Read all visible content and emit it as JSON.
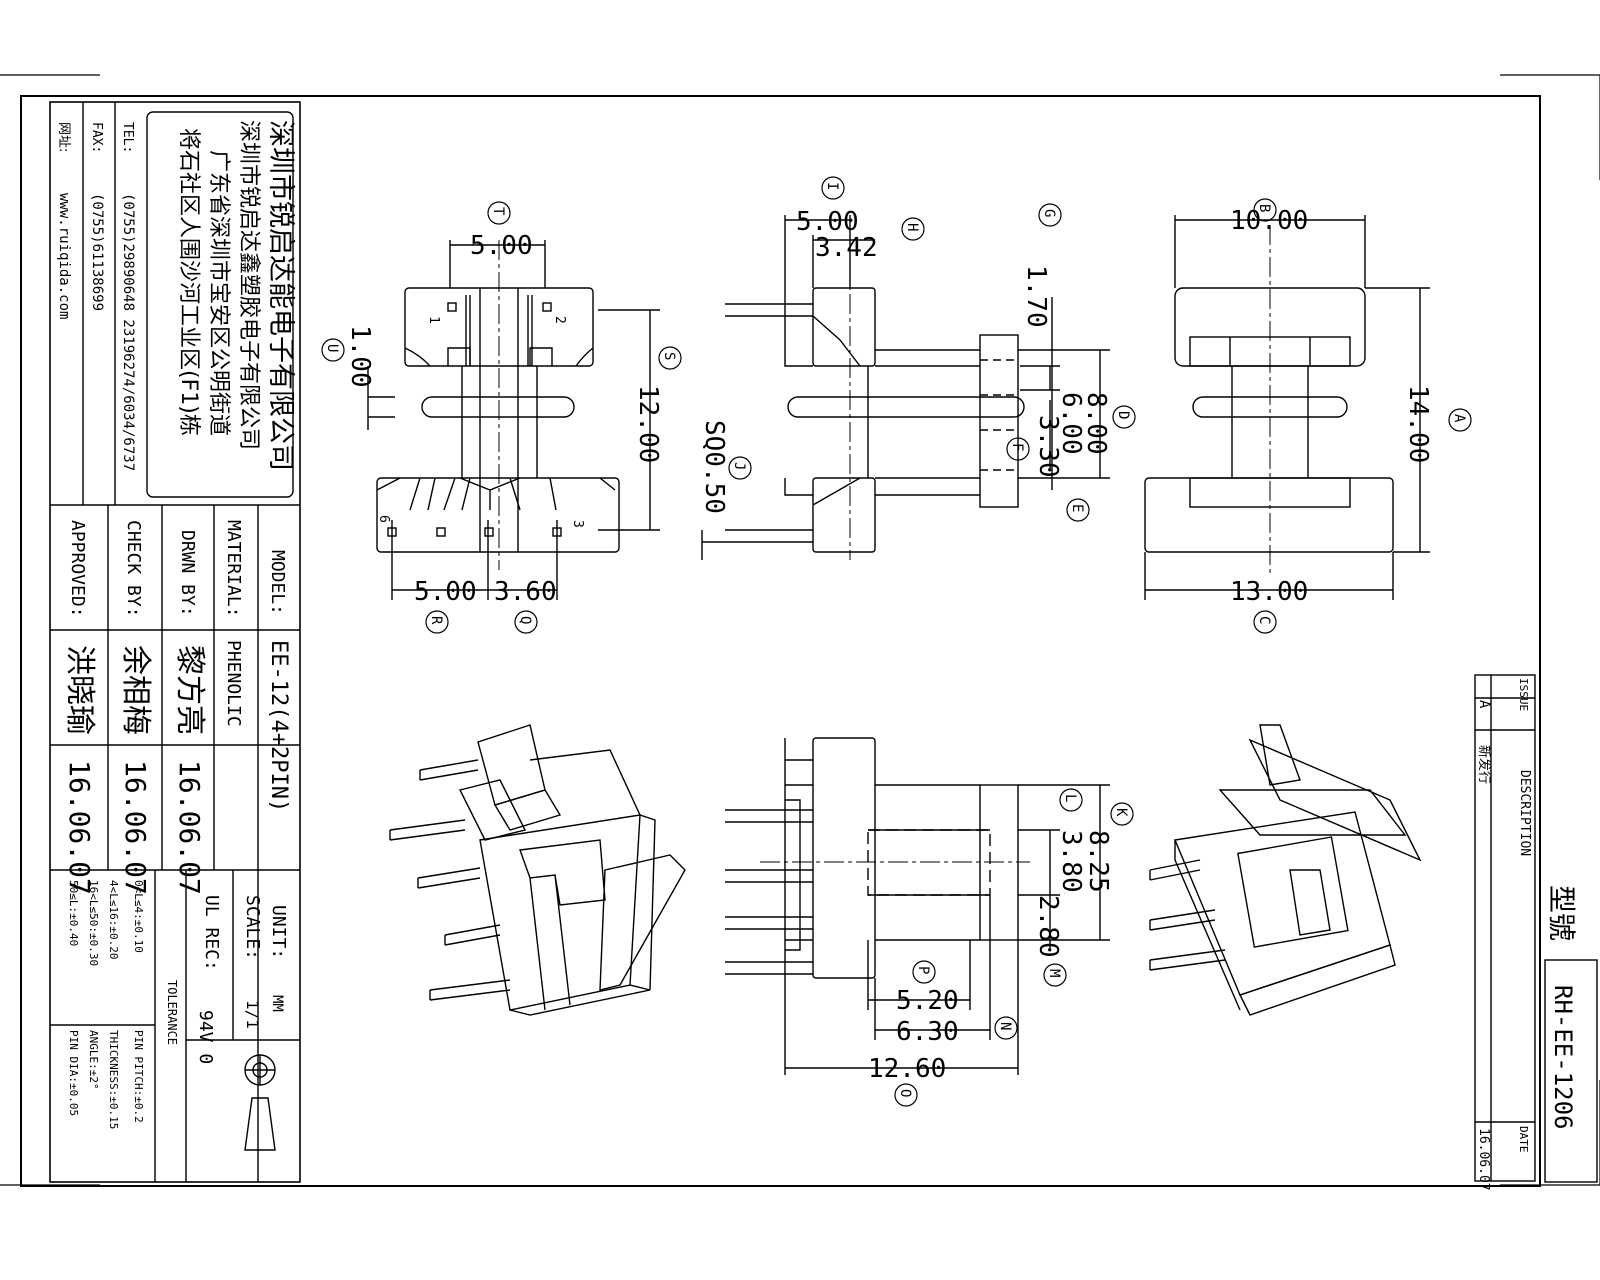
{
  "company": {
    "name": "深圳市锐启达能电子有限公司",
    "name2": "深圳市锐启达鑫塑胶电子有限公司",
    "address1": "广东省深圳市宝安区公明街道",
    "address2": "将石社区人围沙河工业区(F1)栋",
    "tel_label": "TEL:",
    "tel": "(0755)29890648 23196274/6034/6737",
    "fax_label": "FAX:",
    "fax": "(0755)61138699",
    "web_label": "网址:",
    "web": "www.ruiqida.com"
  },
  "titleblock": {
    "model_label": "MODEL:",
    "model": "EE-12(4+2PIN)",
    "material_label": "MATERIAL:",
    "material": "PHENOLIC",
    "drwn_label": "DRWN BY:",
    "drwn_name": "黎方亮",
    "drwn_date": "16.06.07",
    "check_label": "CHECK BY:",
    "check_name": "余相梅",
    "check_date": "16.06.07",
    "approved_label": "APPROVED:",
    "approved_name": "洪晓瑜",
    "approved_date": "16.06.07",
    "unit_label": "UNIT:",
    "unit": "MM",
    "scale_label": "SCALE:",
    "scale": "1/1",
    "ul_label": "UL REC:",
    "ul": "94V 0",
    "tolerance_label": "TOLERANCE",
    "tol": [
      "0<L≤4:±0.10",
      "4<L≤16:±0.20",
      "16<L≤50:±0.30",
      "50≤L:±0.40"
    ],
    "tol2": [
      "PIN PITCH:±0.2",
      "THICKNESS:±0.15",
      "ANGLE:±2°",
      "PIN DIA:±0.05"
    ]
  },
  "revision": {
    "issue_label": "ISSUE",
    "description_label": "DESCRIPTION",
    "date_label": "DATE",
    "issue": "A",
    "description": "新发行",
    "date": "16.06.07",
    "partno_label": "型號",
    "partno": "RH-EE-1206"
  },
  "front_view": {
    "dims": {
      "T": "5.00",
      "U": "1.00",
      "S": "12.00",
      "R": "5.00",
      "Q": "3.60"
    },
    "pins": [
      "1",
      "2",
      "3",
      "6"
    ]
  },
  "side_view": {
    "dims": {
      "I": "5.00",
      "H": "3.42",
      "G": "1.70",
      "D": "8.00",
      "F1": "6.00",
      "F2": "3.30",
      "J": "SQ0.50"
    }
  },
  "top_view": {
    "dims": {
      "B": "10.00",
      "A": "14.00",
      "C": "13.00"
    }
  },
  "bottom_view": {
    "dims": {
      "K": "8.25",
      "L": "3.80",
      "M": "2.80",
      "P": "5.20",
      "N": "6.30",
      "O": "12.60"
    }
  },
  "labels": {
    "A": "A",
    "B": "B",
    "C": "C",
    "D": "D",
    "E": "E",
    "F": "F",
    "G": "G",
    "H": "H",
    "I": "I",
    "J": "J",
    "K": "K",
    "L": "L",
    "M": "M",
    "N": "N",
    "O": "O",
    "P": "P",
    "Q": "Q",
    "R": "R",
    "S": "S",
    "T": "T",
    "U": "U"
  }
}
